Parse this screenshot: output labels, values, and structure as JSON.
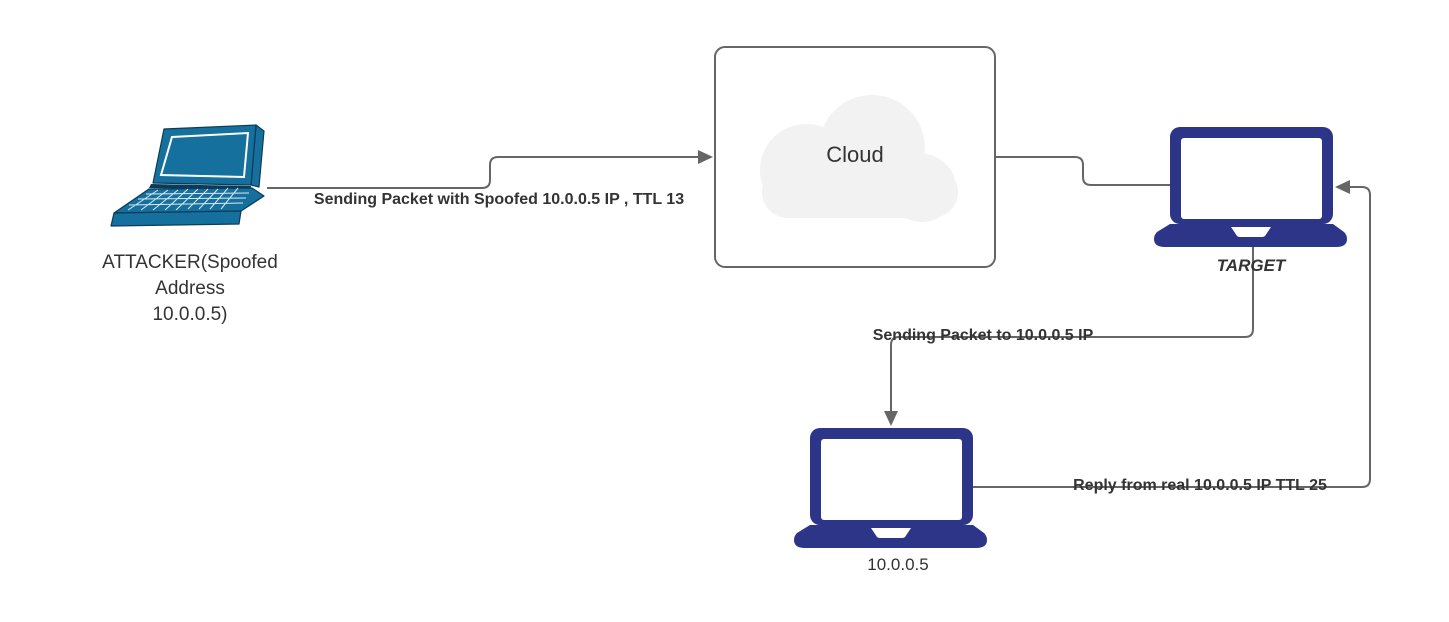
{
  "diagram": {
    "colors": {
      "canvas_bg": "#FFFFFF",
      "attacker_laptop": "#15709E",
      "attacker_outline": "#0C3B58",
      "host_laptop": "#2D3588",
      "connector": "#666666",
      "box_border": "#666666",
      "cloud_fill": "#F2F2F2",
      "label_text": "#333333"
    },
    "nodes": {
      "attacker": {
        "label": "ATTACKER(Spoofed\nAddress\n10.0.0.5)"
      },
      "cloud": {
        "label": "Cloud"
      },
      "target": {
        "label": "TARGET"
      },
      "real_host": {
        "label": "10.0.0.5"
      }
    },
    "edges": {
      "attacker_to_cloud": {
        "label": "Sending Packet with Spoofed 10.0.0.5 IP , TTL 13"
      },
      "cloud_to_target": {
        "label": ""
      },
      "target_to_real_host": {
        "label": "Sending Packet to 10.0.0.5 IP"
      },
      "real_host_to_target": {
        "label": "Reply from real 10.0.0.5 IP TTL 25"
      }
    }
  }
}
